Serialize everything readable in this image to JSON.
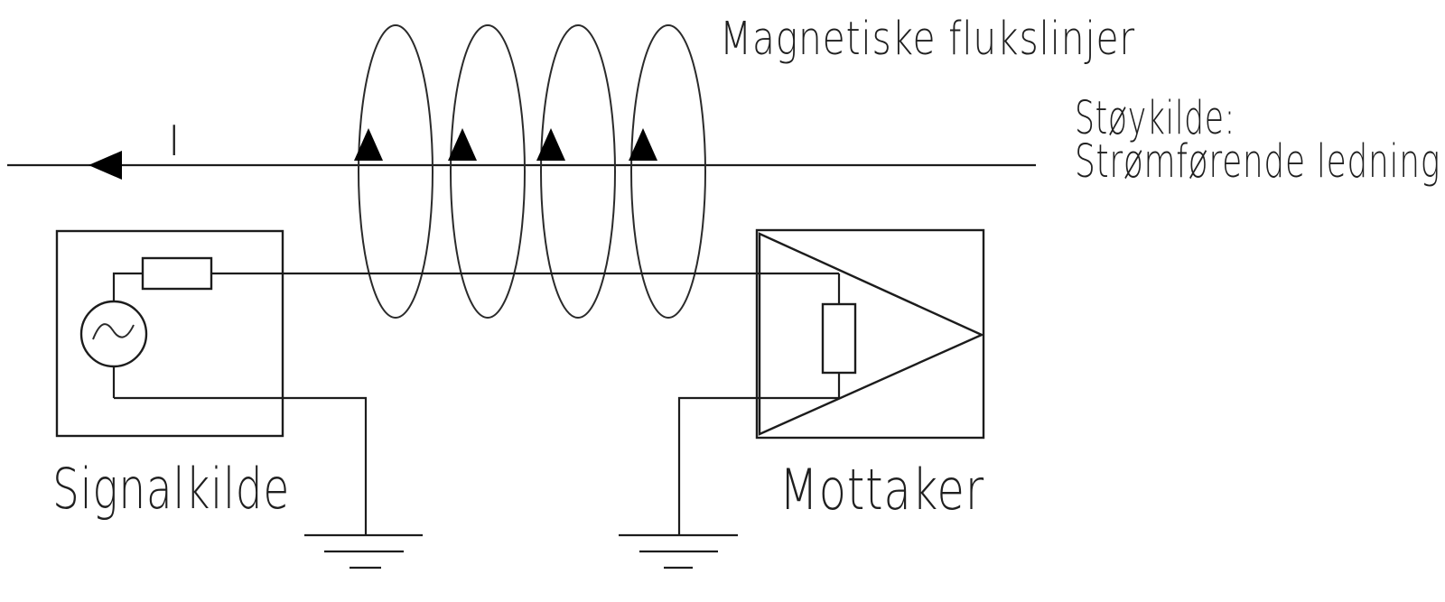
{
  "labels": {
    "flux_lines": "Magnetiske flukslinjer",
    "noise_source_line1": "Støykilde:",
    "noise_source_line2": "Strømførende ledning",
    "signal_source": "Signalkilde",
    "receiver": "Mottaker",
    "current": "I"
  },
  "colors": {
    "background": "#ffffff",
    "line": "#1c1c1c",
    "arrow_fill": "#000000",
    "text": "#1f1f1f"
  }
}
